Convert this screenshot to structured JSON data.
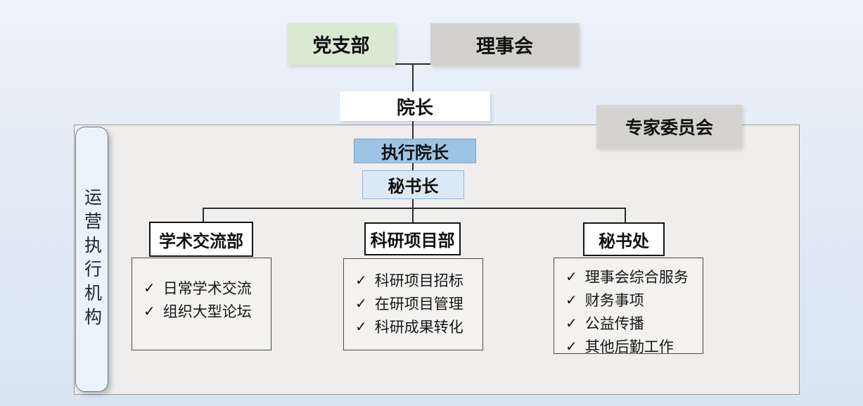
{
  "top_row": {
    "party_branch": "党支部",
    "council": "理事会"
  },
  "leadership": {
    "dean": "院长",
    "executive_dean": "执行院长",
    "secretary_general": "秘书长"
  },
  "expert_committee": "专家委员会",
  "side_label": {
    "text": "运营执行机构"
  },
  "departments": [
    {
      "title": "学术交流部",
      "items": [
        "日常学术交流",
        "组织大型论坛"
      ]
    },
    {
      "title": "科研项目部",
      "items": [
        "科研项目招标",
        "在研项目管理",
        "科研成果转化"
      ]
    },
    {
      "title": "秘书处",
      "items": [
        "理事会综合服务",
        "财务事项",
        "公益传播",
        "其他后勤工作"
      ]
    }
  ],
  "icons": {
    "check": "✓"
  },
  "colors": {
    "page_background": "#e2ebf6",
    "container_fill": "#efeeec",
    "party_branch_fill": "#d9e9d2",
    "council_fill": "#d3d1ce",
    "dean_fill": "#fefefe",
    "executive_dean_fill": "#9ec4e5",
    "secretary_general_fill": "#dbe9f7",
    "expert_committee_fill": "#d5d3d0",
    "side_pill_fill": "#eaf2fb",
    "line_color": "#2e2e2e"
  }
}
